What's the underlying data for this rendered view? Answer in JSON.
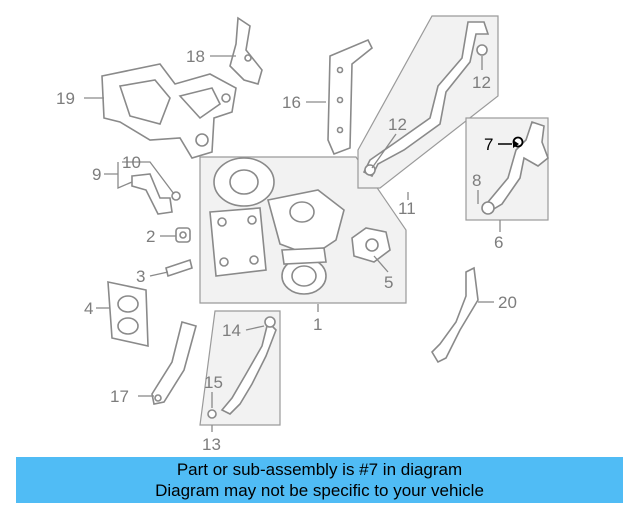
{
  "callouts": {
    "c1": "1",
    "c2": "2",
    "c3": "3",
    "c4": "4",
    "c5": "5",
    "c6": "6",
    "c7": "7",
    "c8": "8",
    "c9": "9",
    "c10": "10",
    "c11": "11",
    "c12a": "12",
    "c12b": "12",
    "c13": "13",
    "c14": "14",
    "c15": "15",
    "c16": "16",
    "c17": "17",
    "c18": "18",
    "c19": "19",
    "c20": "20"
  },
  "highlight": {
    "part_number": "7",
    "color": "#000000"
  },
  "banner": {
    "line1": "Part or sub-assembly is #7 in diagram",
    "line2": "Diagram may not be specific to your vehicle",
    "color": "#50bcf5"
  }
}
